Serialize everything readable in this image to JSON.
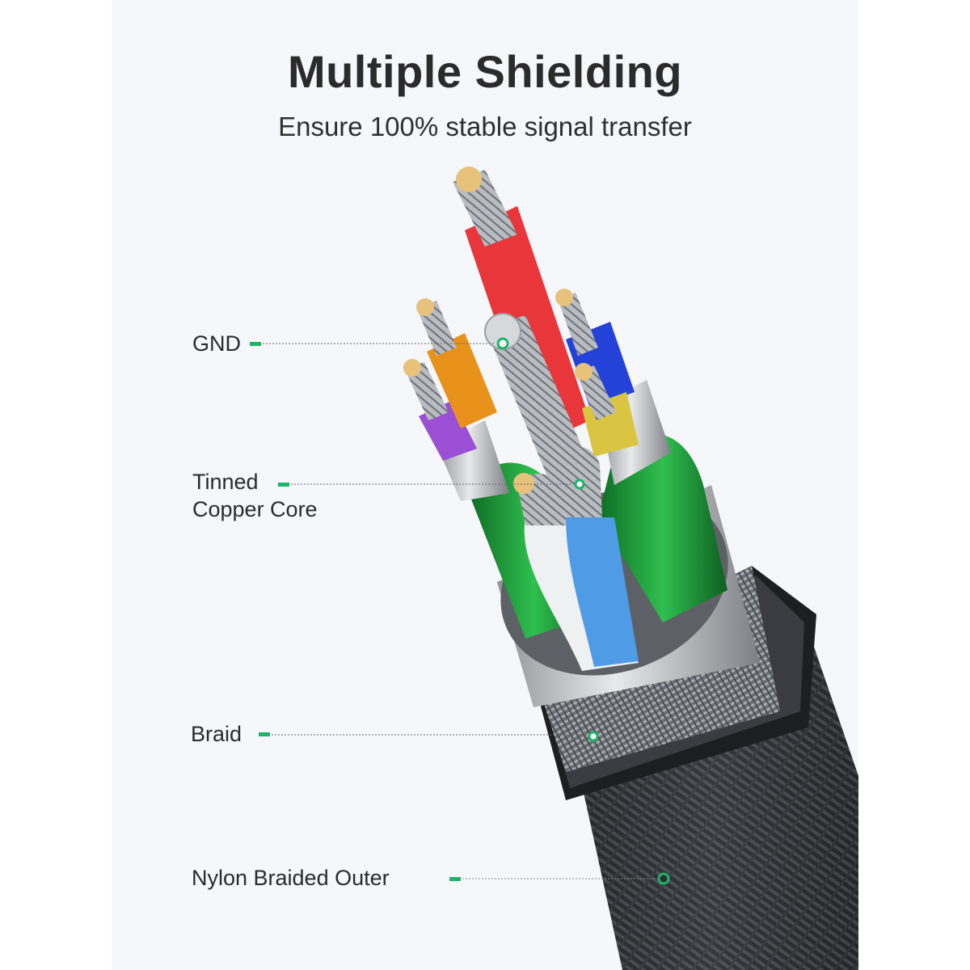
{
  "header": {
    "title": "Multiple Shielding",
    "subtitle": "Ensure 100% stable signal transfer"
  },
  "callouts": [
    {
      "id": "gnd",
      "lines": [
        "GND"
      ]
    },
    {
      "id": "core",
      "lines": [
        "Tinned",
        "Copper Core"
      ]
    },
    {
      "id": "braid",
      "lines": [
        "Braid"
      ]
    },
    {
      "id": "outer",
      "lines": [
        "Nylon Braided Outer"
      ]
    }
  ],
  "colors": {
    "accent": "#1db46a",
    "wire_red": "#e0242a",
    "wire_orange": "#e8921c",
    "wire_purple": "#9a4fd4",
    "wire_blue": "#2542d8",
    "wire_yellow": "#d9c542",
    "wire_lightblue": "#4f9be6",
    "shield_green": "#1f9a3a",
    "foil_silver": "#c7c9cc",
    "jacket": "#2a2c30"
  }
}
